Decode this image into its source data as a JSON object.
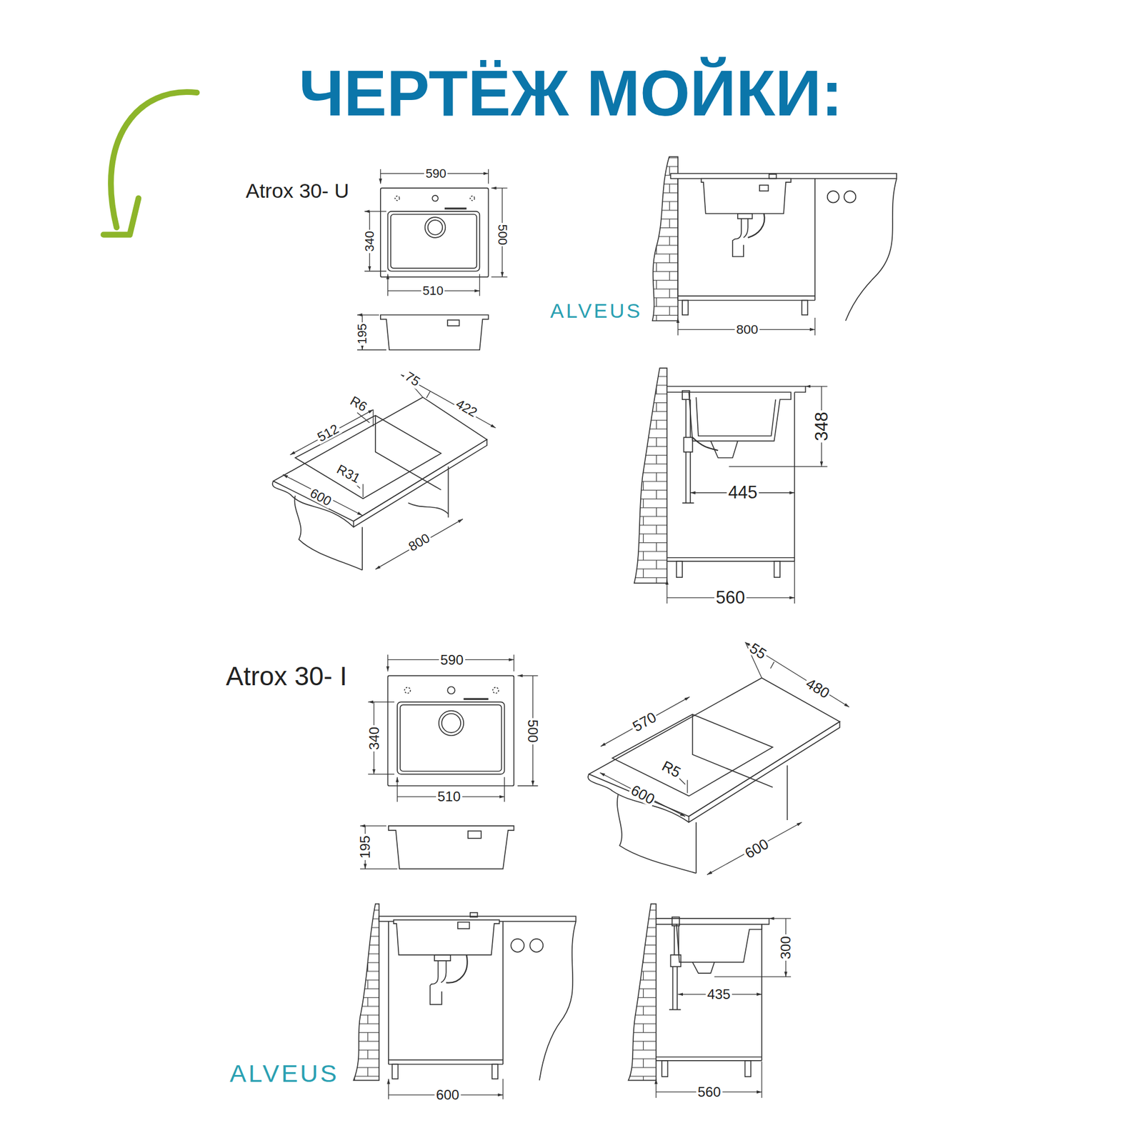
{
  "diagram": {
    "title": "ЧЕРТЁЖ МОЙКИ:",
    "labels": [
      "Atrox 30- U",
      "590",
      "340",
      "500",
      "510",
      "195",
      "ALVEUS",
      "800",
      "75",
      "R6",
      "422",
      "512",
      "R31",
      "600",
      "800",
      "348",
      "445",
      "560",
      "Atrox 30- I",
      "590",
      "340",
      "500",
      "510",
      "195",
      "55",
      "480",
      "570",
      "R5",
      "600",
      "600",
      "ALVEUS",
      "600",
      "300",
      "435",
      "560"
    ]
  }
}
